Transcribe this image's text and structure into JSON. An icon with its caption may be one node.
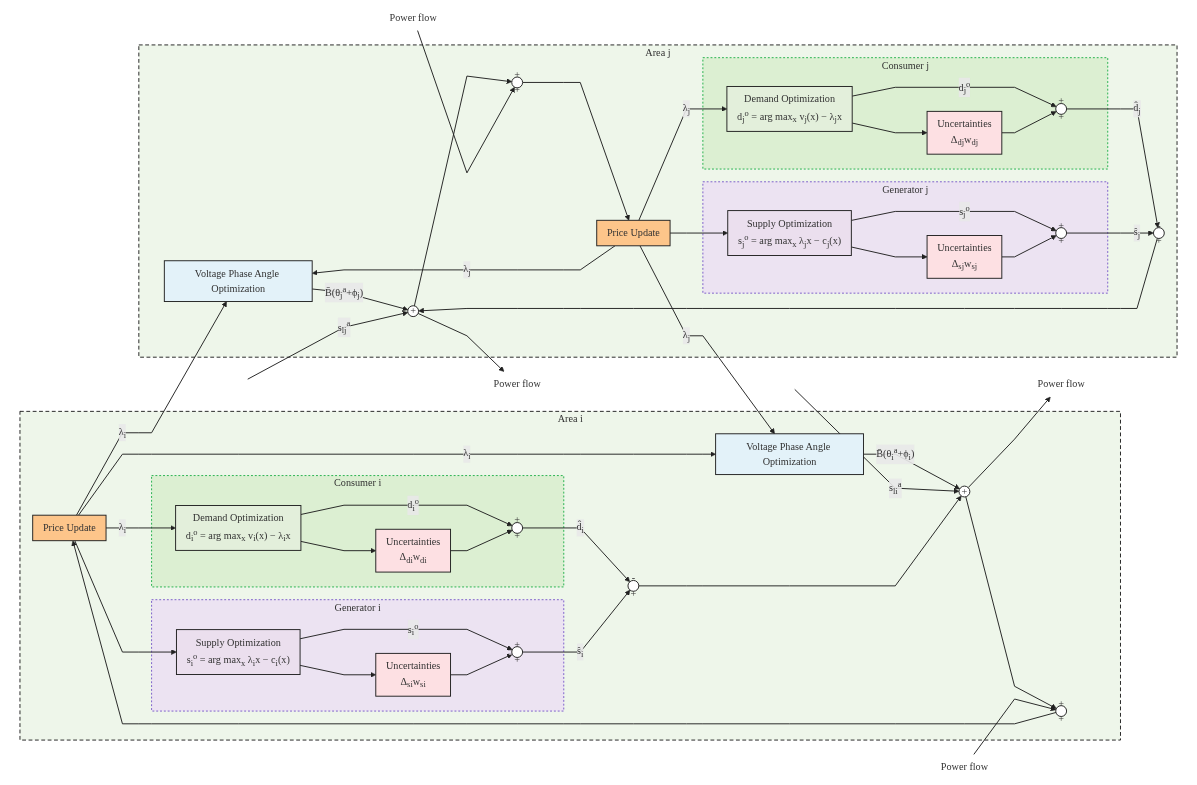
{
  "diagram": {
    "nodes": [
      {
        "text": [
          "Area i"
        ]
      },
      {
        "text": [
          "Price Update"
        ],
        "in": 0
      },
      {
        "text": [
          "Voltage Phase Angle Optimization"
        ],
        "in": 0
      },
      {
        "text": [
          "Consumer i"
        ],
        "in": 0
      },
      {
        "text": [
          "Demand Optimization",
          "d$_{i}$$^{o}$ = arg max$_{x}$ v$_{i}$(x) − λ$_{i}$x"
        ],
        "in": 3
      },
      {
        "text": [
          "Uncertainties",
          "Δ$_{di}$w$_{di}$"
        ],
        "in": 3
      },
      {
        "text": [
          "+",
          "+"
        ],
        "in": 3
      },
      {
        "text": [
          "Generator i"
        ],
        "in": 0
      },
      {
        "text": [
          "Supply Optimization",
          "s$_{i}$$^{o}$ = arg max$_{x}$ λ$_{i}$x − c$_{i}$(x)"
        ],
        "in": 7
      },
      {
        "text": [
          "Uncertainties",
          "Δ$_{si}$w$_{si}$"
        ],
        "in": 7
      },
      {
        "text": [
          "+",
          "+"
        ],
        "in": 7
      },
      {
        "text": [
          "-",
          "+"
        ],
        "in": 0
      },
      {
        "text": [
          "+"
        ],
        "in": 0
      },
      {
        "text": [
          "+",
          "+"
        ],
        "in": 0
      },
      {
        "text": [
          "Power flow"
        ]
      },
      {
        "text": [
          "Power flow"
        ]
      },
      {
        "text": [
          "Area j"
        ]
      },
      {
        "text": [
          "Price Update"
        ],
        "in": 16
      },
      {
        "text": [
          "Voltage Phase Angle Optimization"
        ],
        "in": 16
      },
      {
        "text": [
          "Consumer j"
        ],
        "in": 16
      },
      {
        "text": [
          "Demand Optimization",
          "d$_{j}$$^{o}$ = arg max$_{x}$ v$_{j}$(x) − λ$_{j}$x"
        ],
        "in": 19
      },
      {
        "text": [
          "Uncertainties",
          "Δ$_{dj}$w$_{dj}$"
        ],
        "in": 19
      },
      {
        "text": [
          "+",
          "+"
        ],
        "in": 19
      },
      {
        "text": [
          "Generator j"
        ],
        "in": 16
      },
      {
        "text": [
          "Supply Optimization",
          "s$_{j}$$^{o}$ = arg max$_{x}$ λ$_{j}$x − c$_{j}$(x)"
        ],
        "in": 23
      },
      {
        "text": [
          "Uncertainties",
          "Δ$_{sj}$w$_{sj}$"
        ],
        "in": 23
      },
      {
        "text": [
          "+",
          "+"
        ],
        "in": 23
      },
      {
        "text": [
          "-",
          "+"
        ],
        "in": 16
      },
      {
        "text": [
          "+"
        ],
        "in": 16
      },
      {
        "text": [
          "+",
          "+"
        ],
        "in": 16
      },
      {
        "text": [
          "Power flow"
        ]
      },
      {
        "text": [
          "Power flow"
        ]
      }
    ],
    "edges": [
      {
        "from": 1,
        "to": 2,
        "arrow": "to",
        "label": "λ$_{i}$"
      },
      {
        "from": 1,
        "to": 4,
        "arrow": "to",
        "label": "λ$_{i}$"
      },
      {
        "from": 1,
        "to": 8,
        "arrow": "to"
      },
      {
        "from": 1,
        "to": 18,
        "arrow": "to",
        "label": "λ$_{i}$"
      },
      {
        "from": 4,
        "to": 5,
        "arrow": "to"
      },
      {
        "from": 4,
        "to": 6,
        "arrow": "to",
        "label": "d$_{i}$$^{o}$"
      },
      {
        "from": 5,
        "to": 6,
        "arrow": "to"
      },
      {
        "from": 6,
        "to": 11,
        "arrow": "to",
        "label": "d̂$_{i}$"
      },
      {
        "from": 8,
        "to": 9,
        "arrow": "to"
      },
      {
        "from": 8,
        "to": 10,
        "arrow": "to",
        "label": "s$_{i}$$^{o}$"
      },
      {
        "from": 9,
        "to": 10,
        "arrow": "to"
      },
      {
        "from": 10,
        "to": 11,
        "arrow": "to",
        "label": "ŝ$_{i}$"
      },
      {
        "from": 2,
        "to": 12,
        "arrow": "to",
        "label": "B̄(θ$_{i}$$^{a}$+ϕ$_{i}$)"
      },
      {
        "from": null,
        "to": 12,
        "arrow": "to",
        "label": "s$_{li}$$^{a}$"
      },
      {
        "from": 11,
        "to": 12,
        "arrow": "to"
      },
      {
        "from": 12,
        "to": 14,
        "arrow": "to"
      },
      {
        "from": 12,
        "to": 13,
        "arrow": "to"
      },
      {
        "from": 15,
        "to": 13,
        "arrow": "to"
      },
      {
        "from": 13,
        "to": 1,
        "arrow": "to"
      },
      {
        "from": 17,
        "to": 18,
        "arrow": "to",
        "label": "λ$_{j}$"
      },
      {
        "from": 17,
        "to": 20,
        "arrow": "to",
        "label": "λ$_{j}$"
      },
      {
        "from": 17,
        "to": 24,
        "arrow": "to"
      },
      {
        "from": 17,
        "to": 2,
        "arrow": "to",
        "label": "λ$_{j}$"
      },
      {
        "from": 20,
        "to": 21,
        "arrow": "to"
      },
      {
        "from": 20,
        "to": 22,
        "arrow": "to",
        "label": "d$_{j}$$^{o}$"
      },
      {
        "from": 21,
        "to": 22,
        "arrow": "to"
      },
      {
        "from": 22,
        "to": 27,
        "arrow": "to",
        "label": "d̂$_{j}$"
      },
      {
        "from": 24,
        "to": 25,
        "arrow": "to"
      },
      {
        "from": 24,
        "to": 26,
        "arrow": "to",
        "label": "s$_{j}$$^{o}$"
      },
      {
        "from": 25,
        "to": 26,
        "arrow": "to"
      },
      {
        "from": 26,
        "to": 27,
        "arrow": "to",
        "label": "ŝ$_{j}$"
      },
      {
        "from": 18,
        "to": 28,
        "arrow": "to",
        "label": "B̄(θ$_{j}$$^{a}$+ϕ$_{j}$)"
      },
      {
        "from": null,
        "to": 28,
        "arrow": "to",
        "label": "s$_{lj}$$^{a}$"
      },
      {
        "from": 27,
        "to": 28,
        "arrow": "to"
      },
      {
        "from": 28,
        "to": 30,
        "arrow": "to"
      },
      {
        "from": 28,
        "to": 29,
        "arrow": "to"
      },
      {
        "from": 31,
        "to": 29,
        "arrow": "to"
      },
      {
        "from": 29,
        "to": 17,
        "arrow": "to"
      }
    ]
  }
}
